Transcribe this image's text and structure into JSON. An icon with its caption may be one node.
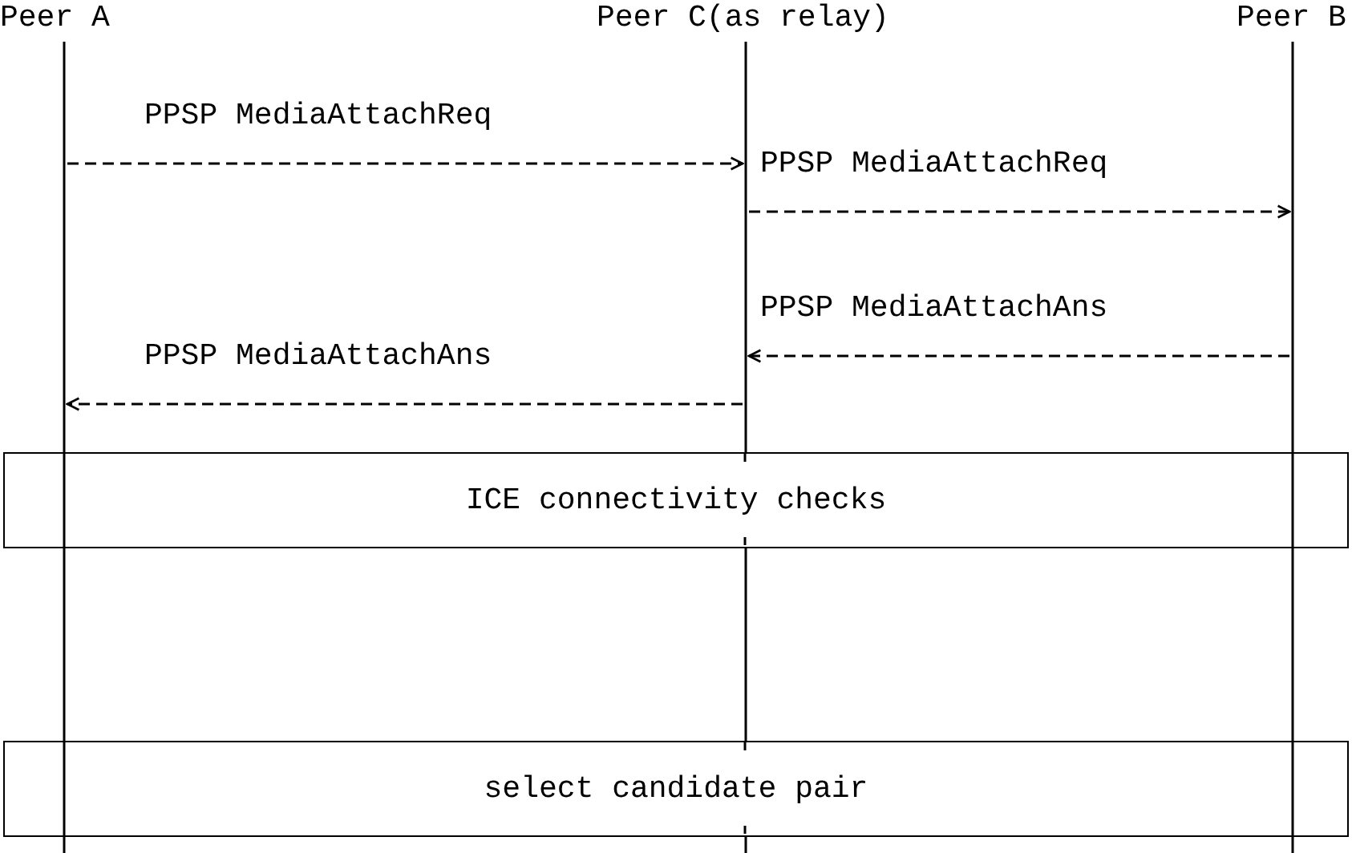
{
  "diagram": {
    "nodes": [
      {
        "text": [
          "Peer A"
        ]
      },
      {
        "text": [
          "Peer C(as relay)"
        ]
      },
      {
        "text": [
          "Peer B"
        ]
      },
      {
        "text": [
          "ICE connectivity checks"
        ]
      },
      {
        "text": [
          "select candidate pair"
        ]
      }
    ],
    "edges": [
      {
        "from": 0,
        "to": 1,
        "arrow": "to",
        "label": "PPSP MediaAttachReq",
        "style": "dashed"
      },
      {
        "from": 1,
        "to": 2,
        "arrow": "to",
        "label": "PPSP MediaAttachReq",
        "style": "dashed"
      },
      {
        "from": 2,
        "to": 1,
        "arrow": "to",
        "label": "PPSP MediaAttachAns",
        "style": "dashed"
      },
      {
        "from": 1,
        "to": 0,
        "arrow": "to",
        "label": "PPSP MediaAttachAns",
        "style": "dashed"
      }
    ]
  }
}
